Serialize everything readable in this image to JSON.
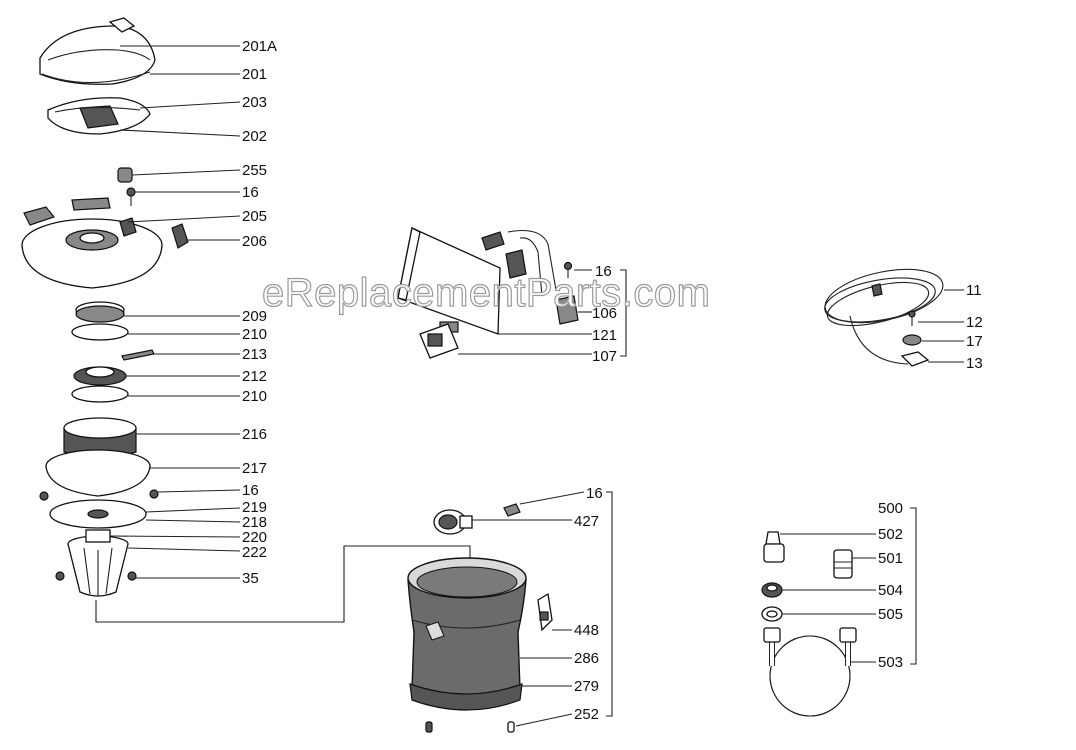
{
  "watermark": "eReplacementParts.com",
  "callouts": {
    "c201A": "201A",
    "c201": "201",
    "c203": "203",
    "c202": "202",
    "c255": "255",
    "c16a": "16",
    "c205": "205",
    "c206": "206",
    "c209": "209",
    "c210a": "210",
    "c213": "213",
    "c212": "212",
    "c210b": "210",
    "c216": "216",
    "c217": "217",
    "c16b": "16",
    "c219": "219",
    "c218": "218",
    "c220": "220",
    "c222": "222",
    "c35": "35",
    "c16c": "16",
    "c106": "106",
    "c121": "121",
    "c107": "107",
    "c11": "11",
    "c12": "12",
    "c17": "17",
    "c13": "13",
    "c16d": "16",
    "c427": "427",
    "c448": "448",
    "c286": "286",
    "c279": "279",
    "c252": "252",
    "c500": "500",
    "c502": "502",
    "c501": "501",
    "c504": "504",
    "c505": "505",
    "c503": "503"
  }
}
